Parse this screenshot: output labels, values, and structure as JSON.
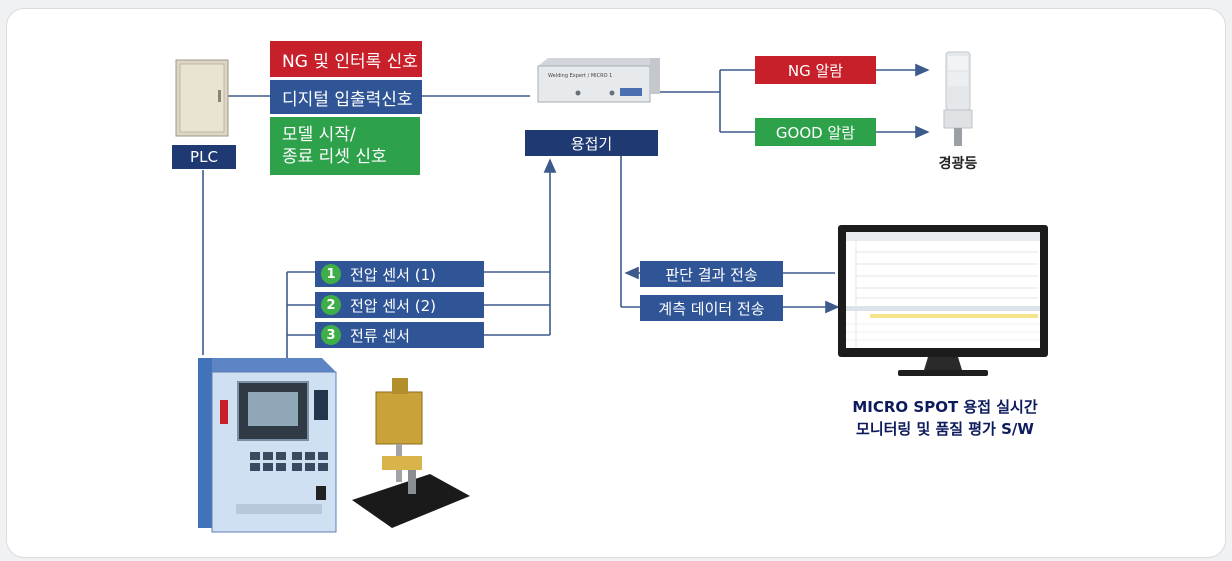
{
  "labels": {
    "ng_interlock": "NG 및 인터록 신호",
    "digital_io": "디지털 입출력신호",
    "model_start_line1": "모델 시작/",
    "model_start_line2": "종료 리셋 신호",
    "plc": "PLC",
    "welder": "용접기",
    "ng_alarm": "NG 알람",
    "good_alarm": "GOOD 알람",
    "tower_lamp": "경광등",
    "sensor1": "전압 센서 (1)",
    "sensor2": "전압 센서 (2)",
    "sensor3": "전류  센서",
    "sensor1_num": "1",
    "sensor2_num": "2",
    "sensor3_num": "3",
    "result_transfer": "판단 결과 전송",
    "data_transfer": "계측 데이터 전송",
    "software_line1": "MICRO SPOT 용접 실시간",
    "software_line2": "모니터링 및 품질 평가 S/W",
    "device_brand": "Welding Expert / MICRO 1"
  },
  "colors": {
    "red": "#c8202a",
    "blue": "#2f5597",
    "navy": "#1f3a73",
    "green": "#2ea14b",
    "line": "#3d5a8c"
  }
}
